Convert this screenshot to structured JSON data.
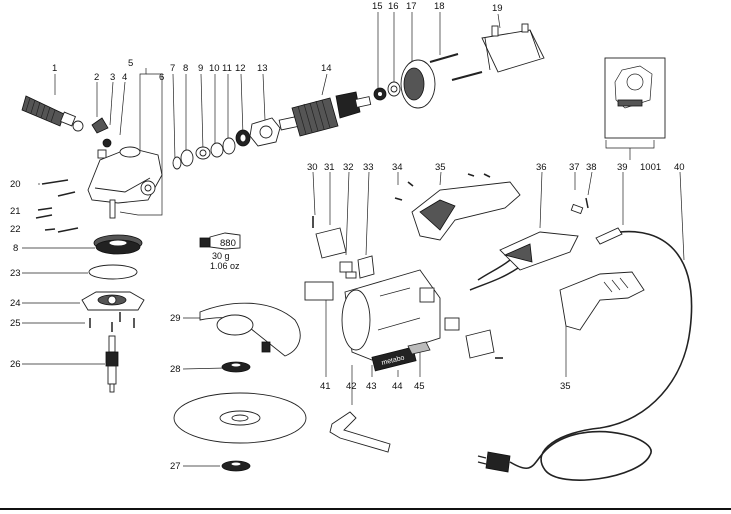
{
  "labels": {
    "p1": "1",
    "p2": "2",
    "p3": "3",
    "p4": "4",
    "p5": "5",
    "p6": "6",
    "p7": "7",
    "p8a": "8",
    "p8b": "8",
    "p9": "9",
    "p10": "10",
    "p11": "11",
    "p12": "12",
    "p13": "13",
    "p14": "14",
    "p15": "15",
    "p16": "16",
    "p17": "17",
    "p18": "18",
    "p19": "19",
    "p20": "20",
    "p21": "21",
    "p22": "22",
    "p23": "23",
    "p24": "24",
    "p25": "25",
    "p26": "26",
    "p27": "27",
    "p28": "28",
    "p29": "29",
    "p30": "30",
    "p31": "31",
    "p32": "32",
    "p33": "33",
    "p34": "34",
    "p35a": "35",
    "p35b": "35",
    "p36": "36",
    "p37": "37",
    "p38": "38",
    "p39": "39",
    "p1001": "1001",
    "p40": "40",
    "p41": "41",
    "p42": "42",
    "p43": "43",
    "p44": "44",
    "p45": "45"
  },
  "grease": {
    "code": "880",
    "weight_g": "30 g",
    "weight_oz": "1.06 oz"
  },
  "label_plate_text": "metabo",
  "colors": {
    "ink": "#111111",
    "fill_dark": "#555555",
    "fill_grey": "#bbbbbb"
  }
}
